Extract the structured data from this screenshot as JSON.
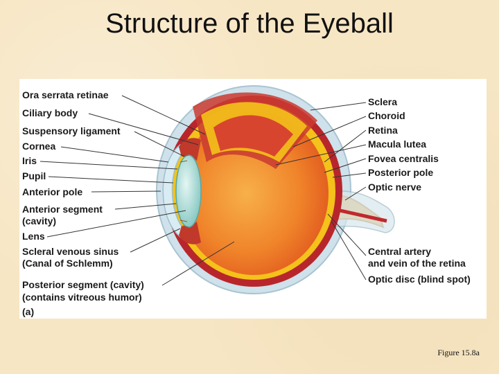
{
  "title": "Structure of the Eyeball",
  "left_labels": [
    "Ora serrata retinae",
    "Ciliary body",
    "Suspensory ligament",
    "Cornea",
    "Iris",
    "Pupil",
    "Anterior pole",
    "Anterior segment",
    "(cavity)",
    "Lens",
    "Scleral venous sinus",
    "(Canal of Schlemm)",
    "Posterior segment (cavity)",
    "(contains vitreous humor)",
    "(a)"
  ],
  "right_labels": [
    "Sclera",
    "Choroid",
    "Retina",
    "Macula lutea",
    "Fovea centralis",
    "Posterior pole",
    "Optic nerve",
    "Central artery",
    "and vein of the retina",
    "Optic disc (blind spot)"
  ],
  "caption": "Figure 15.8a",
  "colors": {
    "background": "#f7e6c4",
    "sclera": "#cfe1ea",
    "choroid": "#b8262c",
    "retina": "#f4c21a",
    "vitreous": "#f08a2a",
    "lens": "#9fd6d2"
  }
}
